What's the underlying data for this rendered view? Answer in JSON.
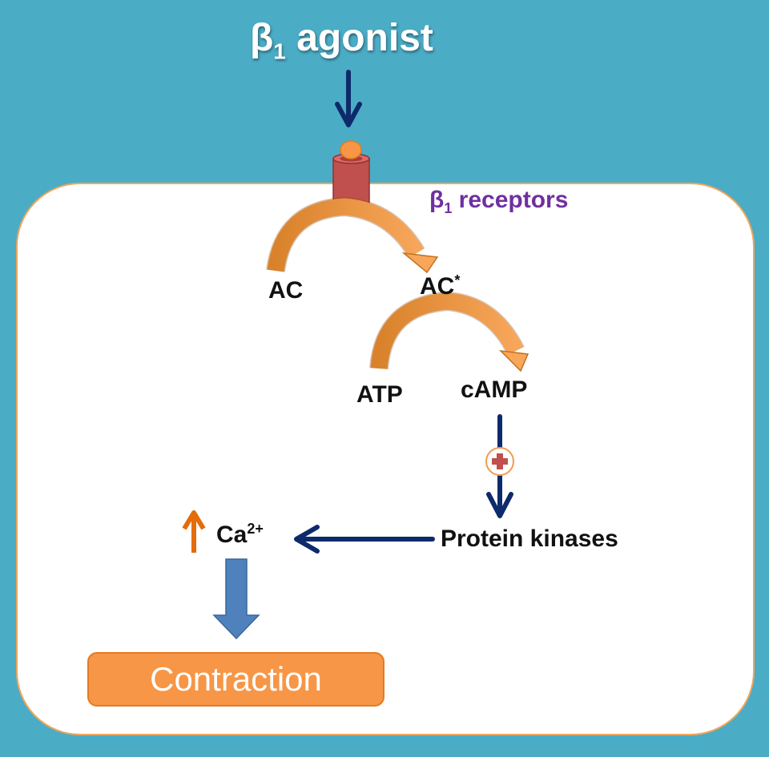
{
  "title": {
    "symbol": "β",
    "subscript": "1",
    "word": "agonist"
  },
  "receptor_label": {
    "symbol": "β",
    "subscript": "1",
    "word": "receptors"
  },
  "nodes": {
    "ac": "AC",
    "ac_star": "AC",
    "ac_star_sup": "*",
    "atp": "ATP",
    "camp": "cAMP",
    "protein_kinases": "Protein kinases",
    "ca": "Ca",
    "ca_sup": "2+",
    "contraction": "Contraction"
  },
  "colors": {
    "background": "#4bacc6",
    "cell_fill": "#ffffff",
    "cell_border": "#f2a65a",
    "navy_arrow": "#0d2a6b",
    "orange_arc": "#e08a3a",
    "receptor": "#c0504d",
    "ligand": "#f79646",
    "receptors_text": "#7030a0",
    "up_arrow": "#e46c0a",
    "block_arrow": "#4f81bd",
    "contraction_box": "#f79646"
  },
  "icons": {
    "stimulation": "plus-circle-icon",
    "increase": "up-arrow-icon"
  }
}
